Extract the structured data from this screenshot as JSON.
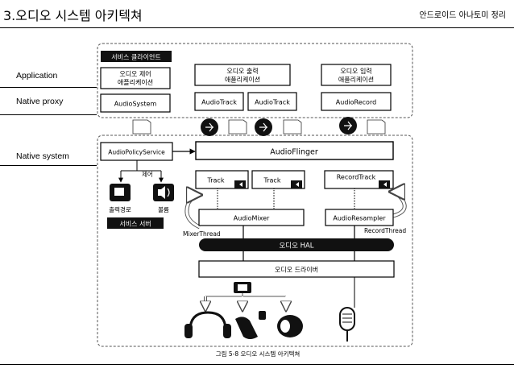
{
  "header": {
    "title": "3.오디오 시스템 아키텍쳐",
    "subtitle": "안드로이드 아나토미 정리"
  },
  "side_labels": {
    "application": "Application",
    "native_proxy": "Native proxy",
    "native_system": "Native system"
  },
  "diagram": {
    "service_client": "서비스 클라이언트",
    "app_control": [
      "오디오 제어",
      "애플리케이션"
    ],
    "app_output": [
      "오디오 출력",
      "애플리케이션"
    ],
    "app_input": [
      "오디오 입력",
      "애플리케이션"
    ],
    "audio_system": "AudioSystem",
    "audio_track_1": "AudioTrack",
    "audio_track_2": "AudioTrack",
    "audio_record": "AudioRecord",
    "policy_service": "AudioPolicyService",
    "audio_flinger": "AudioFlinger",
    "control_label": "제어",
    "track_1": "Track",
    "track_2": "Track",
    "record_track": "RecordTrack",
    "output_path": "출력경로",
    "volume": "볼륨",
    "service_server": "서비스 서버",
    "audio_mixer": "AudioMixer",
    "audio_resampler": "AudioResampler",
    "mixer_thread": "MixerThread",
    "record_thread": "RecordThread",
    "audio_hal": "오디오 HAL",
    "audio_driver": "오디오 드라이버",
    "caption": "그림 5-8 오디오 시스템 아키텍쳐"
  }
}
